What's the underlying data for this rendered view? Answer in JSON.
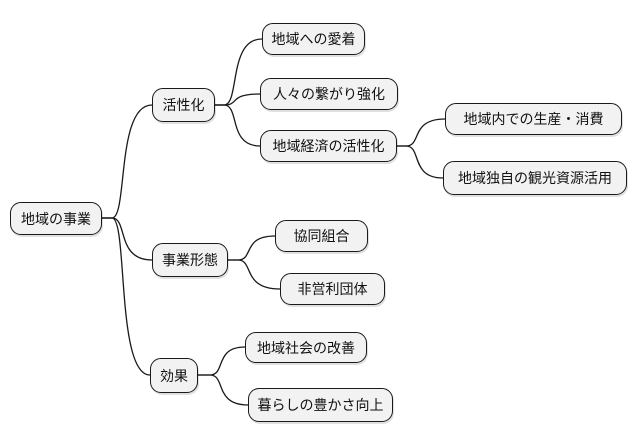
{
  "diagram": {
    "type": "mindmap",
    "root": {
      "label": "地域の事業"
    },
    "branches": [
      {
        "label": "活性化",
        "children": [
          {
            "label": "地域への愛着"
          },
          {
            "label": "人々の繋がり強化"
          },
          {
            "label": "地域経済の活性化",
            "children": [
              {
                "label": "地域内での生産・消費"
              },
              {
                "label": "地域独自の観光資源活用"
              }
            ]
          }
        ]
      },
      {
        "label": "事業形態",
        "children": [
          {
            "label": "協同組合"
          },
          {
            "label": "非営利団体"
          }
        ]
      },
      {
        "label": "効果",
        "children": [
          {
            "label": "地域社会の改善"
          },
          {
            "label": "暮らしの豊かさ向上"
          }
        ]
      }
    ],
    "colors": {
      "node_fill": "#f2f2f2",
      "node_border": "#1a1a1a",
      "edge": "#1a1a1a",
      "background": "#ffffff"
    }
  }
}
